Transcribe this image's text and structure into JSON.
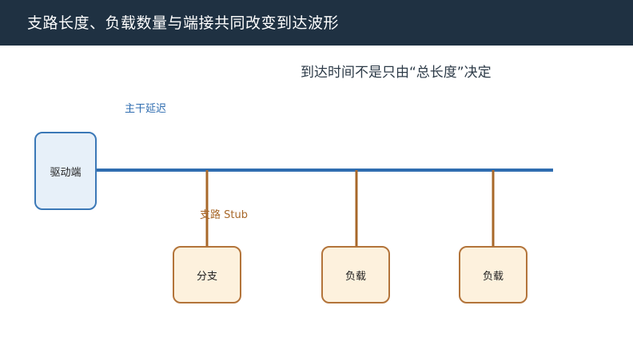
{
  "header": {
    "title": "支路长度、负载数量与端接共同改变到达波形"
  },
  "subtitle": "到达时间不是只由“总长度”决定",
  "labels": {
    "trunk": "主干延迟",
    "stub": "支路 Stub"
  },
  "nodes": {
    "driver": "驱动端",
    "branch": "分支",
    "load1": "负载",
    "load2": "负载"
  },
  "colors": {
    "header_bg": "#1f3142",
    "trunk": "#2f6db0",
    "stub": "#a8682a",
    "driver_fill": "#e7f0f9",
    "load_fill": "#fdf1dd"
  }
}
